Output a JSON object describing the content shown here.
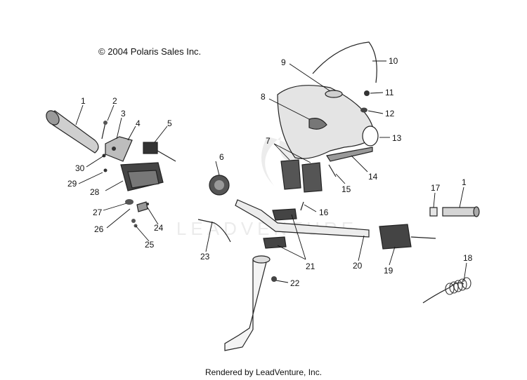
{
  "copyright": "© 2004 Polaris Sales Inc.",
  "footer": "Rendered by LeadVenture, Inc.",
  "watermark": "LEADVENTURE",
  "labels": {
    "n1a": "1",
    "n2": "2",
    "n3": "3",
    "n4": "4",
    "n5": "5",
    "n6": "6",
    "n7": "7",
    "n8": "8",
    "n9": "9",
    "n10": "10",
    "n11": "11",
    "n12": "12",
    "n13": "13",
    "n14": "14",
    "n15": "15",
    "n16": "16",
    "n17": "17",
    "n1b": "1",
    "n18": "18",
    "n19": "19",
    "n20": "20",
    "n21": "21",
    "n22": "22",
    "n23": "23",
    "n24": "24",
    "n25": "25",
    "n26": "26",
    "n27": "27",
    "n28": "28",
    "n29": "29",
    "n30": "30"
  }
}
